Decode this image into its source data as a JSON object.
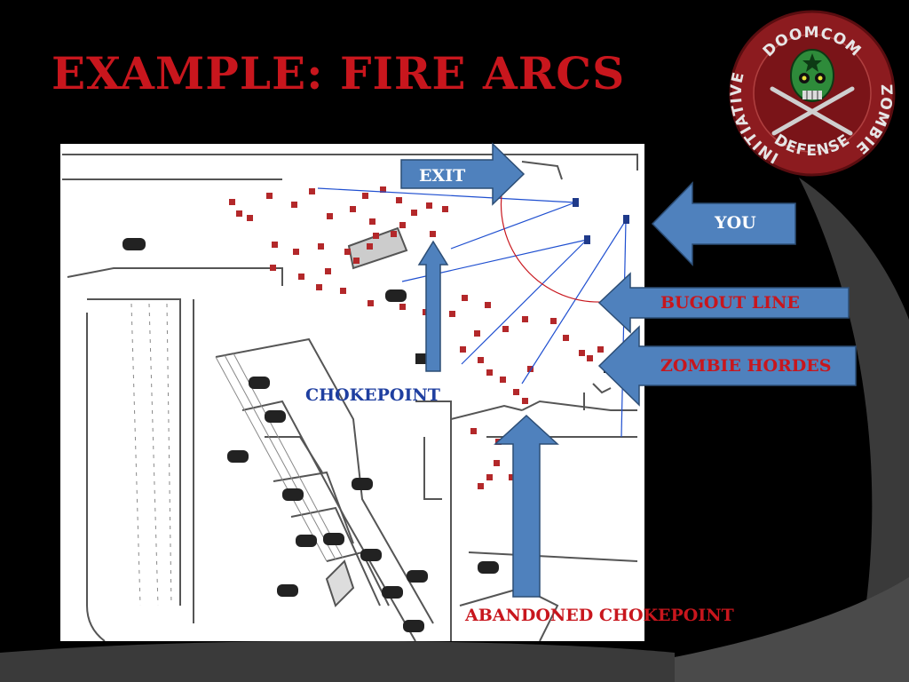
{
  "slide": {
    "title": "Example: Fire Arcs"
  },
  "labels": {
    "exit": "Exit",
    "you": "You",
    "bugout_line": "Bugout Line",
    "zombie_hordes": "Zombie Hordes",
    "chokepoint": "Chokepoint",
    "abandoned_chokepoint": "Abandoned Chokepoint"
  },
  "logo": {
    "top_text": "DOOMCOM",
    "right_text": "ZOMBIE",
    "bottom_text": "DEFENSE",
    "left_text": "INITIATIVE",
    "icon": "skull-crossed-rifles-icon"
  },
  "colors": {
    "title_red": "#c8161d",
    "arrow_blue": "#4f81bd",
    "label_blue": "#1f3fa0",
    "zombie_marker": "#b3282a",
    "defender_marker": "#1f3a8a"
  }
}
